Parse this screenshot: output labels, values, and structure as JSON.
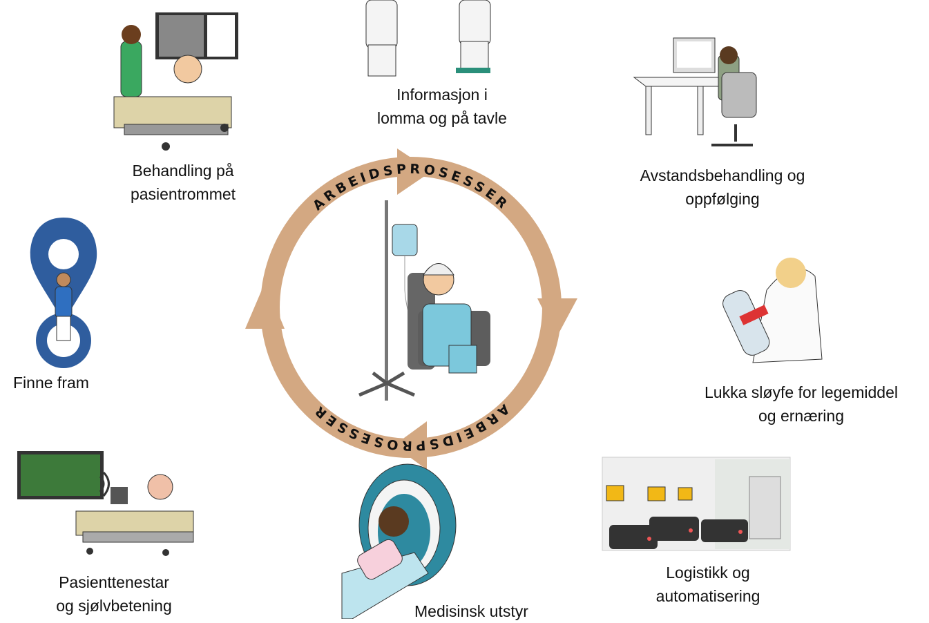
{
  "center": {
    "ring_top_text": "ARBEIDSPROSESSER",
    "ring_bottom_text": "ARBEIDSPROSESSER",
    "ring_color": "#d3a882"
  },
  "items": [
    {
      "id": "info",
      "lines": [
        "Informasjon i",
        "lomma og på tavle"
      ]
    },
    {
      "id": "behandling",
      "lines": [
        "Behandling på",
        "pasientrommet"
      ]
    },
    {
      "id": "avstand",
      "lines": [
        "Avstandsbehandling og",
        "oppfølging"
      ]
    },
    {
      "id": "finne",
      "lines": [
        "Finne fram"
      ]
    },
    {
      "id": "lukka",
      "lines": [
        "Lukka sløyfe for legemiddel",
        "og ernæring"
      ]
    },
    {
      "id": "pasient",
      "lines": [
        "Pasienttenestar",
        "og sjølvbetening"
      ]
    },
    {
      "id": "medisinsk",
      "lines": [
        "Medisinsk utstyr"
      ]
    },
    {
      "id": "logistikk",
      "lines": [
        "Logistikk og",
        "automatisering"
      ]
    }
  ]
}
